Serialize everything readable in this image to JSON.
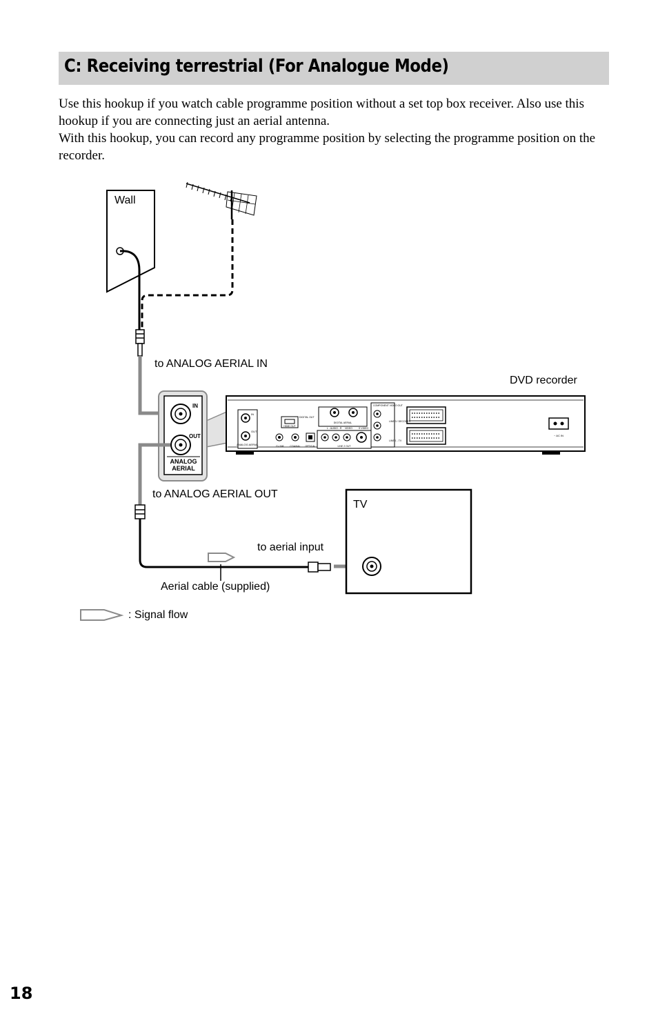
{
  "heading": "C: Receiving terrestrial (For Analogue Mode)",
  "intro": [
    "Use this hookup if you watch cable programme position without a set top box receiver. Also use this hookup if you are connecting just an aerial antenna.",
    "With this hookup, you can record any programme position by selecting the programme position on the recorder."
  ],
  "diagram": {
    "wall_label": "Wall",
    "aerial_in_label": "to ANALOG AERIAL IN",
    "dvd_recorder_label": "DVD recorder",
    "aerial_out_label": "to ANALOG AERIAL OUT",
    "tv_label": "TV",
    "aerial_input_label": "to aerial input",
    "cable_label": "Aerial cable (supplied)",
    "signal_flow_label": ": Signal flow",
    "inset": {
      "in": "IN",
      "out": "OUT",
      "analog": "ANALOG",
      "aerial": "AERIAL"
    },
    "panel": {
      "in": "IN",
      "out": "OUT",
      "analog_aerial": "ANALOG AERIAL",
      "hdmi_out": "HDMI OUT",
      "digital_out": "DIGITAL OUT",
      "digital_aerial": "DIGITAL AERIAL",
      "g_link": "G-LINK",
      "coaxial": "COAXIAL",
      "optical": "OPTICAL",
      "audio": "L - AUDIO - R",
      "video": "VIDEO",
      "s_video": "S VIDEO",
      "line2_out": "LINE 2 OUT",
      "component_video_out": "COMPONENT VIDEO OUT",
      "line3_decoder": "LINE 3 / DECODER",
      "line1_tv": "LINE 1 - TV",
      "ac_in": "~ AC IN"
    },
    "colors": {
      "cable": "#000000",
      "signal_path": "#8a8a8a",
      "inset_fill": "#e3e3e3",
      "heading_bar": "#d0d0d0"
    }
  },
  "page_number": "18"
}
